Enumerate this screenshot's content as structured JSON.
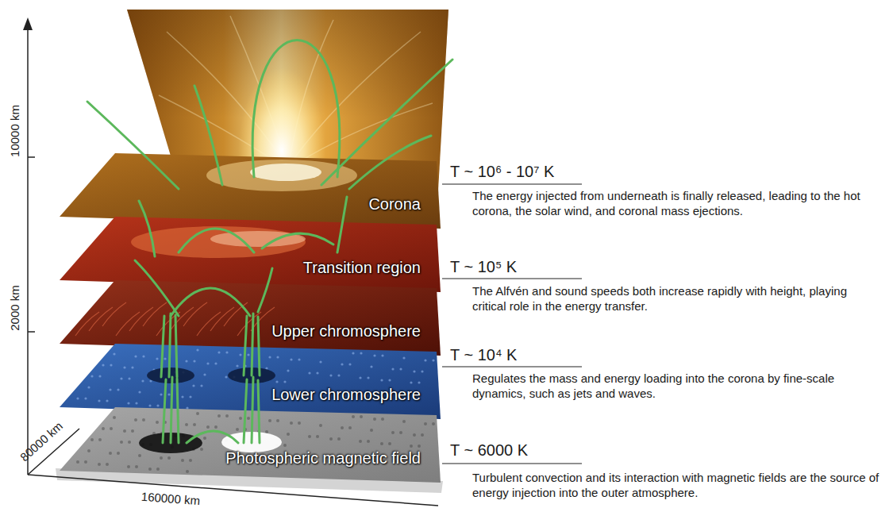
{
  "diagram": {
    "nodes": [
      {
        "text": [
          "Corona"
        ]
      },
      {
        "text": [
          "Transition region"
        ]
      },
      {
        "text": [
          "Upper chromosphere"
        ]
      },
      {
        "text": [
          "Lower chromosphere"
        ]
      },
      {
        "text": [
          "Photospheric magnetic field"
        ]
      }
    ],
    "labels": [
      "10000 km",
      "2000 km",
      "80000 km",
      "160000 km",
      "T ~ 10⁶ - 10⁷ K",
      "The energy injected from underneath is finally released, leading to the hot corona, the solar wind, and coronal mass ejections.",
      "T ~ 10⁵ K",
      "The Alfvén and sound speeds both increase rapidly with height, playing critical role in the energy transfer.",
      "T ~ 10⁴ K",
      "Regulates the mass and energy loading into the corona by fine-scale dynamics, such as jets and waves.",
      "T ~ 6000 K",
      "Turbulent convection and its interaction with magnetic fields are the source of energy injection into the outer atmosphere."
    ]
  }
}
